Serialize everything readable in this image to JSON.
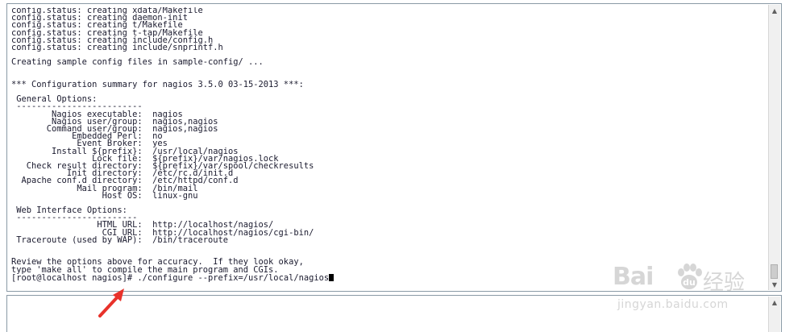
{
  "terminal": {
    "output": "config.status: creating xdata/Makefile\nconfig.status: creating daemon-init\nconfig.status: creating t/Makefile\nconfig.status: creating t-tap/Makefile\nconfig.status: creating include/config.h\nconfig.status: creating include/snprintf.h\n\nCreating sample config files in sample-config/ ...\n\n\n*** Configuration summary for nagios 3.5.0 03-15-2013 ***:\n\n General Options:\n -------------------------\n        Nagios executable:  nagios\n        Nagios user/group:  nagios,nagios\n       Command user/group:  nagios,nagios\n            Embedded Perl:  no\n             Event Broker:  yes\n        Install ${prefix}:  /usr/local/nagios\n                Lock file:  ${prefix}/var/nagios.lock\n   Check result directory:  ${prefix}/var/spool/checkresults\n           Init directory:  /etc/rc.d/init.d\n  Apache conf.d directory:  /etc/httpd/conf.d\n             Mail program:  /bin/mail\n                  Host OS:  linux-gnu\n\n Web Interface Options:\n ------------------------\n                 HTML URL:  http://localhost/nagios/\n                  CGI URL:  http://localhost/nagios/cgi-bin/\n Traceroute (used by WAP):  /bin/traceroute\n\n\nReview the options above for accuracy.  If they look okay,\ntype 'make all' to compile the main program and CGIs.\n",
    "prompt": "[root@localhost nagios]# ",
    "command": "./configure --prefix=/usr/local/nagios"
  },
  "scrollbar": {
    "up_icon": "▲",
    "down_icon": "▼"
  },
  "annotation": {
    "arrow_color": "#e8322b"
  },
  "watermark": {
    "logo": "Bai",
    "logo_suffix": "du",
    "chinese": "经验",
    "url": "jingyan.baidu.com"
  }
}
